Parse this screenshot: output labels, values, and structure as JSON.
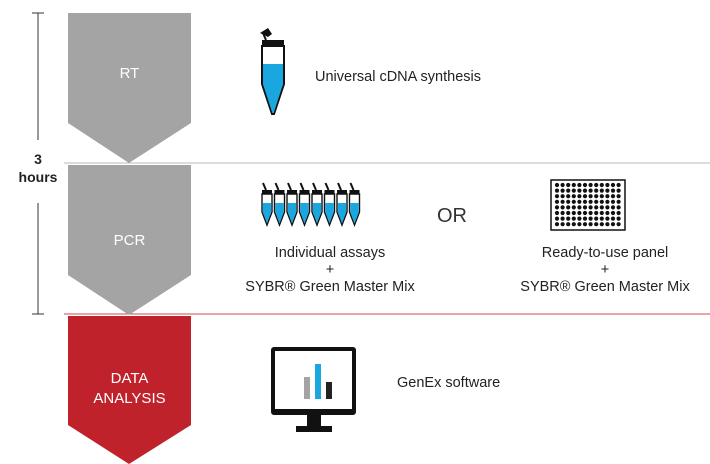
{
  "timeline": {
    "duration_value": "3",
    "duration_unit": "hours"
  },
  "steps": [
    {
      "label_lines": [
        "RT"
      ],
      "color": "#a4a4a4"
    },
    {
      "label_lines": [
        "PCR"
      ],
      "color": "#a4a4a4"
    },
    {
      "label_lines": [
        "DATA",
        "ANALYSIS"
      ],
      "color": "#c0222c"
    }
  ],
  "rt": {
    "description": "Universal cDNA synthesis"
  },
  "pcr": {
    "option_a": {
      "line1": "Individual assays",
      "plus": "+",
      "line2": "SYBR® Green Master Mix"
    },
    "or_label": "OR",
    "option_b": {
      "line1": "Ready-to-use panel",
      "plus": "+",
      "line2": "SYBR® Green Master Mix"
    }
  },
  "analysis": {
    "description": "GenEx software"
  },
  "colors": {
    "tube_liquid": "#1aa7e0",
    "divider_gray": "#b8b8b8",
    "divider_red": "#d04a50",
    "icon_dark": "#111111"
  }
}
